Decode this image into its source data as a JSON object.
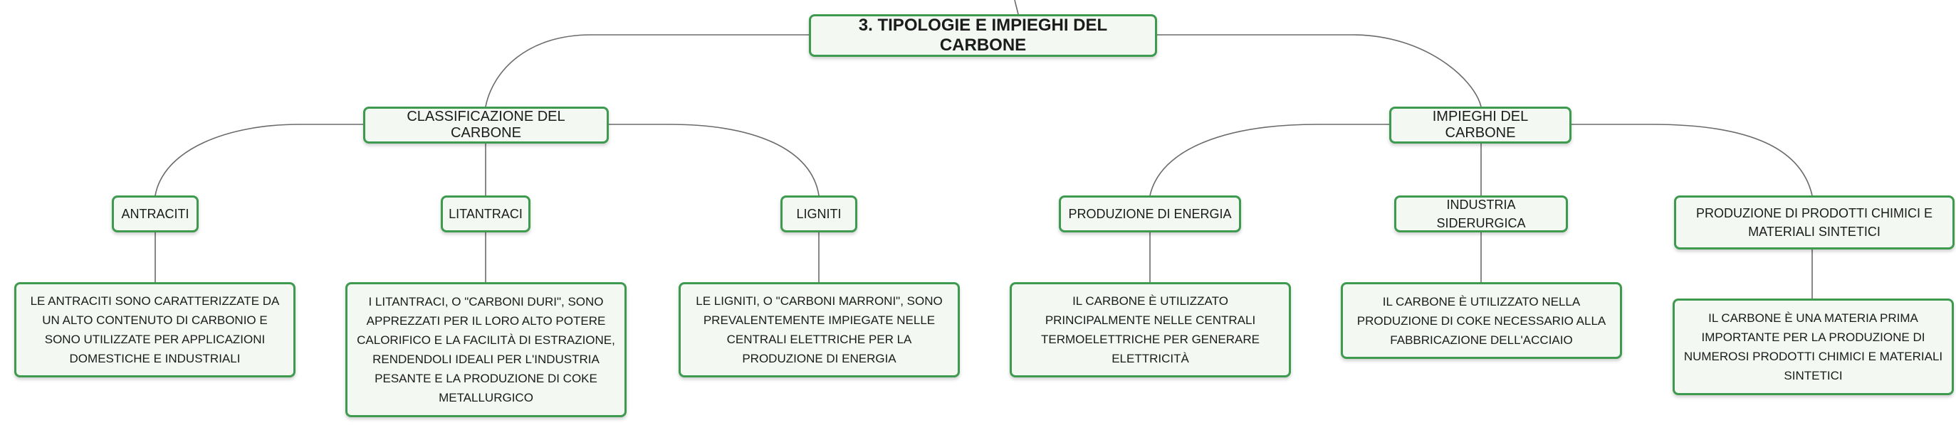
{
  "root": "3. TIPOLOGIE E IMPIEGHI DEL CARBONE",
  "classificazione": {
    "title": "CLASSIFICAZIONE DEL CARBONE",
    "antraciti": {
      "title": "ANTRACITI",
      "desc": "LE ANTRACITI SONO CARATTERIZZATE DA UN ALTO CONTENUTO DI CARBONIO E SONO UTILIZZATE PER APPLICAZIONI DOMESTICHE E INDUSTRIALI"
    },
    "litantraci": {
      "title": "LITANTRACI",
      "desc": "I LITANTRACI, O \"CARBONI DURI\", SONO APPREZZATI PER IL LORO ALTO POTERE CALORIFICO E LA FACILITÀ DI ESTRAZIONE, RENDENDOLI IDEALI PER L'INDUSTRIA PESANTE E LA PRODUZIONE DI COKE METALLURGICO"
    },
    "ligniti": {
      "title": "LIGNITI",
      "desc": "LE LIGNITI, O \"CARBONI MARRONI\", SONO PREVALENTEMENTE IMPIEGATE NELLE CENTRALI ELETTRICHE PER LA PRODUZIONE DI ENERGIA"
    }
  },
  "impieghi": {
    "title": "IMPIEGHI DEL CARBONE",
    "energia": {
      "title": "PRODUZIONE DI ENERGIA",
      "desc": "IL CARBONE È UTILIZZATO PRINCIPALMENTE NELLE CENTRALI TERMOELETTRICHE PER GENERARE ELETTRICITÀ"
    },
    "siderurgica": {
      "title": "INDUSTRIA SIDERURGICA",
      "desc": "IL CARBONE È UTILIZZATO NELLA PRODUZIONE DI COKE NECESSARIO ALLA FABBRICAZIONE DELL'ACCIAIO"
    },
    "chimici": {
      "title": "PRODUZIONE DI PRODOTTI CHIMICI E MATERIALI SINTETICI",
      "desc": "IL CARBONE È UNA MATERIA PRIMA IMPORTANTE PER LA PRODUZIONE DI NUMEROSI PRODOTTI CHIMICI E MATERIALI SINTETICI"
    }
  },
  "colors": {
    "border": "#3d9a4f",
    "fill": "#f3f8f3",
    "line": "#6a6a6a"
  }
}
